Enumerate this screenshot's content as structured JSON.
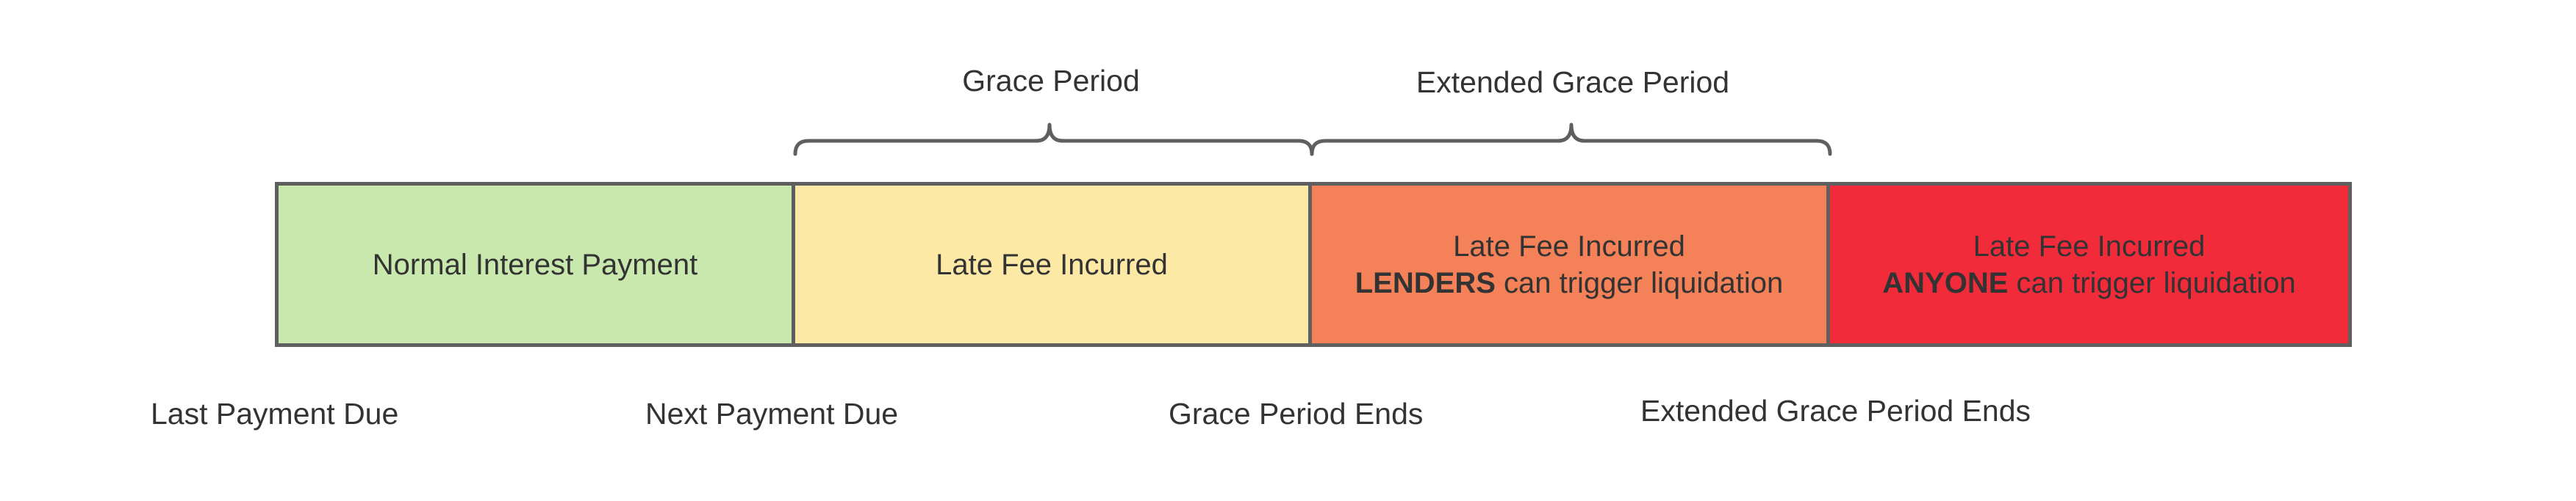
{
  "colors": {
    "normal": "#c8e8ad",
    "grace": "#fde9a6",
    "extended": "#f48157",
    "anyone": "#f22b3b",
    "border": "#5f5f5f",
    "text": "#333333"
  },
  "phases": [
    {
      "line1": "Normal Interest Payment"
    },
    {
      "line1": "Late Fee Incurred"
    },
    {
      "line1": "Late Fee Incurred",
      "line2_bold": "LENDERS",
      "line2_rest": " can trigger liquidation"
    },
    {
      "line1": "Late Fee Incurred",
      "line2_bold": "ANYONE",
      "line2_rest": " can trigger liquidation"
    }
  ],
  "brackets": {
    "grace": "Grace Period",
    "extended": "Extended Grace Period"
  },
  "markers": {
    "last": "Last Payment Due",
    "next": "Next Payment Due",
    "grace_end": "Grace Period Ends",
    "extended_end": "Extended Grace Period Ends"
  }
}
